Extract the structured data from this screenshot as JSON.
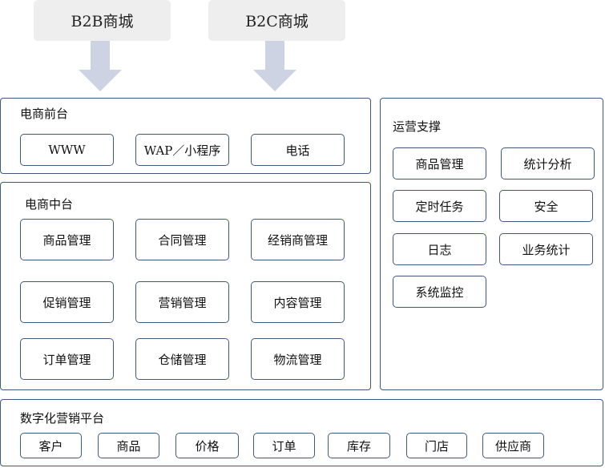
{
  "channels": [
    {
      "label": "B2B商城"
    },
    {
      "label": "B2C商城"
    }
  ],
  "frontend": {
    "title": "电商前台",
    "items": [
      "WWW",
      "WAP／小程序",
      "电话"
    ]
  },
  "middle": {
    "title": "电商中台",
    "items": [
      "商品管理",
      "合同管理",
      "经销商管理",
      "促销管理",
      "营销管理",
      "内容管理",
      "订单管理",
      "仓储管理",
      "物流管理"
    ]
  },
  "ops": {
    "title": "运营支撑",
    "items": [
      "商品管理",
      "统计分析",
      "定时任务",
      "安全",
      "日志",
      "业务统计",
      "系统监控"
    ]
  },
  "platform": {
    "title": "数字化营销平台",
    "items": [
      "客户",
      "商品",
      "价格",
      "订单",
      "库存",
      "门店",
      "供应商"
    ]
  },
  "colors": {
    "border": "#3f5a80",
    "arrow": "#cdd3e2",
    "top_box": "#eeeeee"
  }
}
